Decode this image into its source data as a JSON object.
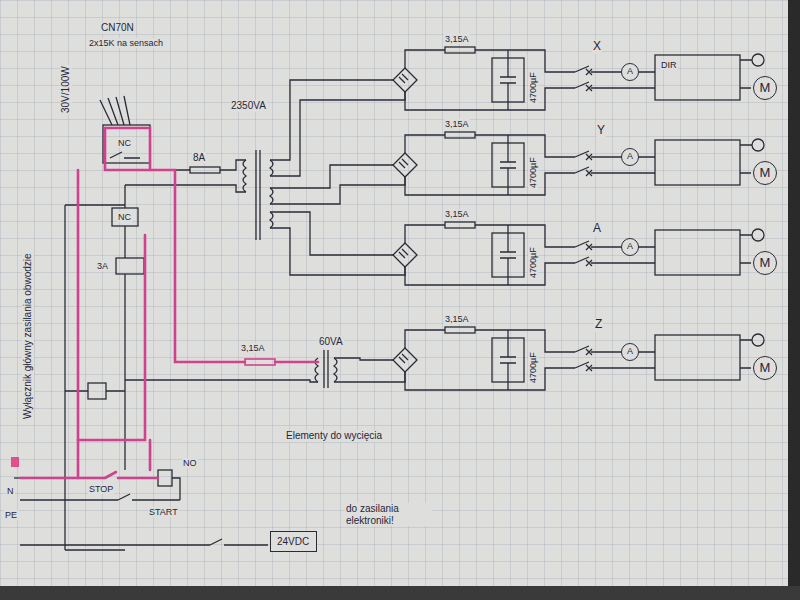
{
  "diagram": {
    "nodes": [
      {
        "text": [
          "A"
        ]
      },
      {
        "text": [
          "M"
        ]
      },
      {
        "text": [
          "A"
        ]
      },
      {
        "text": [
          "M"
        ]
      },
      {
        "text": [
          "A"
        ]
      },
      {
        "text": [
          "M"
        ]
      },
      {
        "text": [
          "A"
        ]
      },
      {
        "text": [
          "M"
        ]
      },
      {
        "text": [
          "24VDC"
        ]
      }
    ],
    "labels": [
      "CN70N",
      "2x15K na sensach",
      "30V/100W",
      "3,15A",
      "4700µF",
      "X",
      "DIR",
      "NC",
      "8A",
      "2350VA",
      "3,15A",
      "4700µF",
      "Y",
      "NC",
      "Wyłącznik główny zasilania obwodzie",
      "3A",
      "3,15A",
      "4700µF",
      "A",
      "3,15A",
      "60VA",
      "3,15A",
      "4700µF",
      "Z",
      "Elementy do wycięcia",
      "NO",
      "STOP",
      "START",
      "N",
      "PE",
      "do zasilania elektroniki!"
    ]
  }
}
